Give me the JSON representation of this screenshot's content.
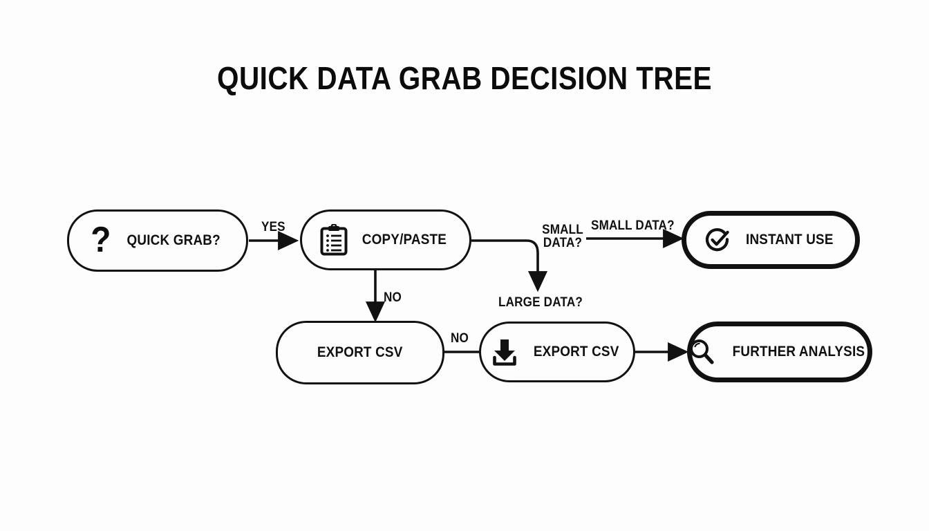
{
  "page": {
    "title": "QUICK DATA GRAB DECISION TREE",
    "background_color": "#fdfdfd",
    "ink_color": "#111111"
  },
  "diagram": {
    "type": "decision-tree-flowchart",
    "nodes": [
      {
        "id": "quick-grab",
        "label": "QUICK GRAB?",
        "icon": "question-mark-icon",
        "emphasis": "normal",
        "row": 1,
        "column": 1
      },
      {
        "id": "copy-paste",
        "label": "COPY/PASTE",
        "icon": "clipboard-list-icon",
        "emphasis": "normal",
        "row": 1,
        "column": 2
      },
      {
        "id": "instant-use",
        "label": "INSTANT USE",
        "icon": "check-circle-icon",
        "emphasis": "thick",
        "row": 1,
        "column": 3
      },
      {
        "id": "export-csv-plain",
        "label": "EXPORT CSV",
        "icon": "none",
        "emphasis": "normal",
        "row": 2,
        "column": 1
      },
      {
        "id": "export-csv-download",
        "label": "EXPORT CSV",
        "icon": "download-icon",
        "emphasis": "normal",
        "row": 2,
        "column": 2
      },
      {
        "id": "further-analysis",
        "label": "FURTHER ANALYSIS",
        "icon": "magnifier-icon",
        "emphasis": "thick",
        "row": 2,
        "column": 3
      }
    ],
    "edges": [
      {
        "id": "edge-yes",
        "from": "quick-grab",
        "to": "copy-paste",
        "label": "YES",
        "arrowhead": true
      },
      {
        "id": "edge-small-data-branch",
        "from": "copy-paste",
        "to": "export-csv-download",
        "label": "SMALL DATA?",
        "arrowhead": true
      },
      {
        "id": "edge-small-data-instant",
        "from": "copy-paste",
        "to": "instant-use",
        "label": "SMALL DATA?",
        "arrowhead": true
      },
      {
        "id": "edge-large-data",
        "from": "copy-paste",
        "to": "export-csv-download",
        "label": "LARGE DATA?",
        "arrowhead": true
      },
      {
        "id": "edge-no-down",
        "from": "copy-paste",
        "to": "export-csv-plain",
        "label": "NO",
        "arrowhead": true
      },
      {
        "id": "edge-no-across",
        "from": "export-csv-plain",
        "to": "export-csv-download",
        "label": "NO",
        "arrowhead": false
      },
      {
        "id": "edge-to-analysis",
        "from": "export-csv-download",
        "to": "further-analysis",
        "label": "",
        "arrowhead": true
      }
    ]
  }
}
